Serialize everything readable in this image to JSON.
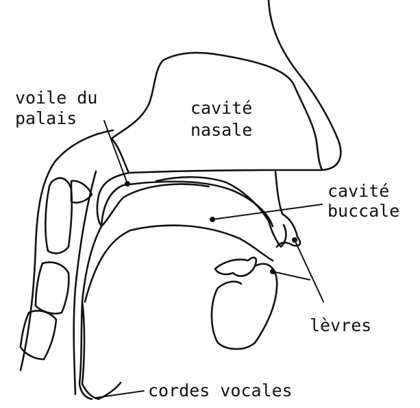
{
  "labels": {
    "voile_line1": "voile du",
    "voile_line2": "palais",
    "nasale_line1": "cavité",
    "nasale_line2": "nasale",
    "buccale_line1": "cavité",
    "buccale_line2": "buccale",
    "levres": "lèvres",
    "cordes": "cordes vocales"
  }
}
